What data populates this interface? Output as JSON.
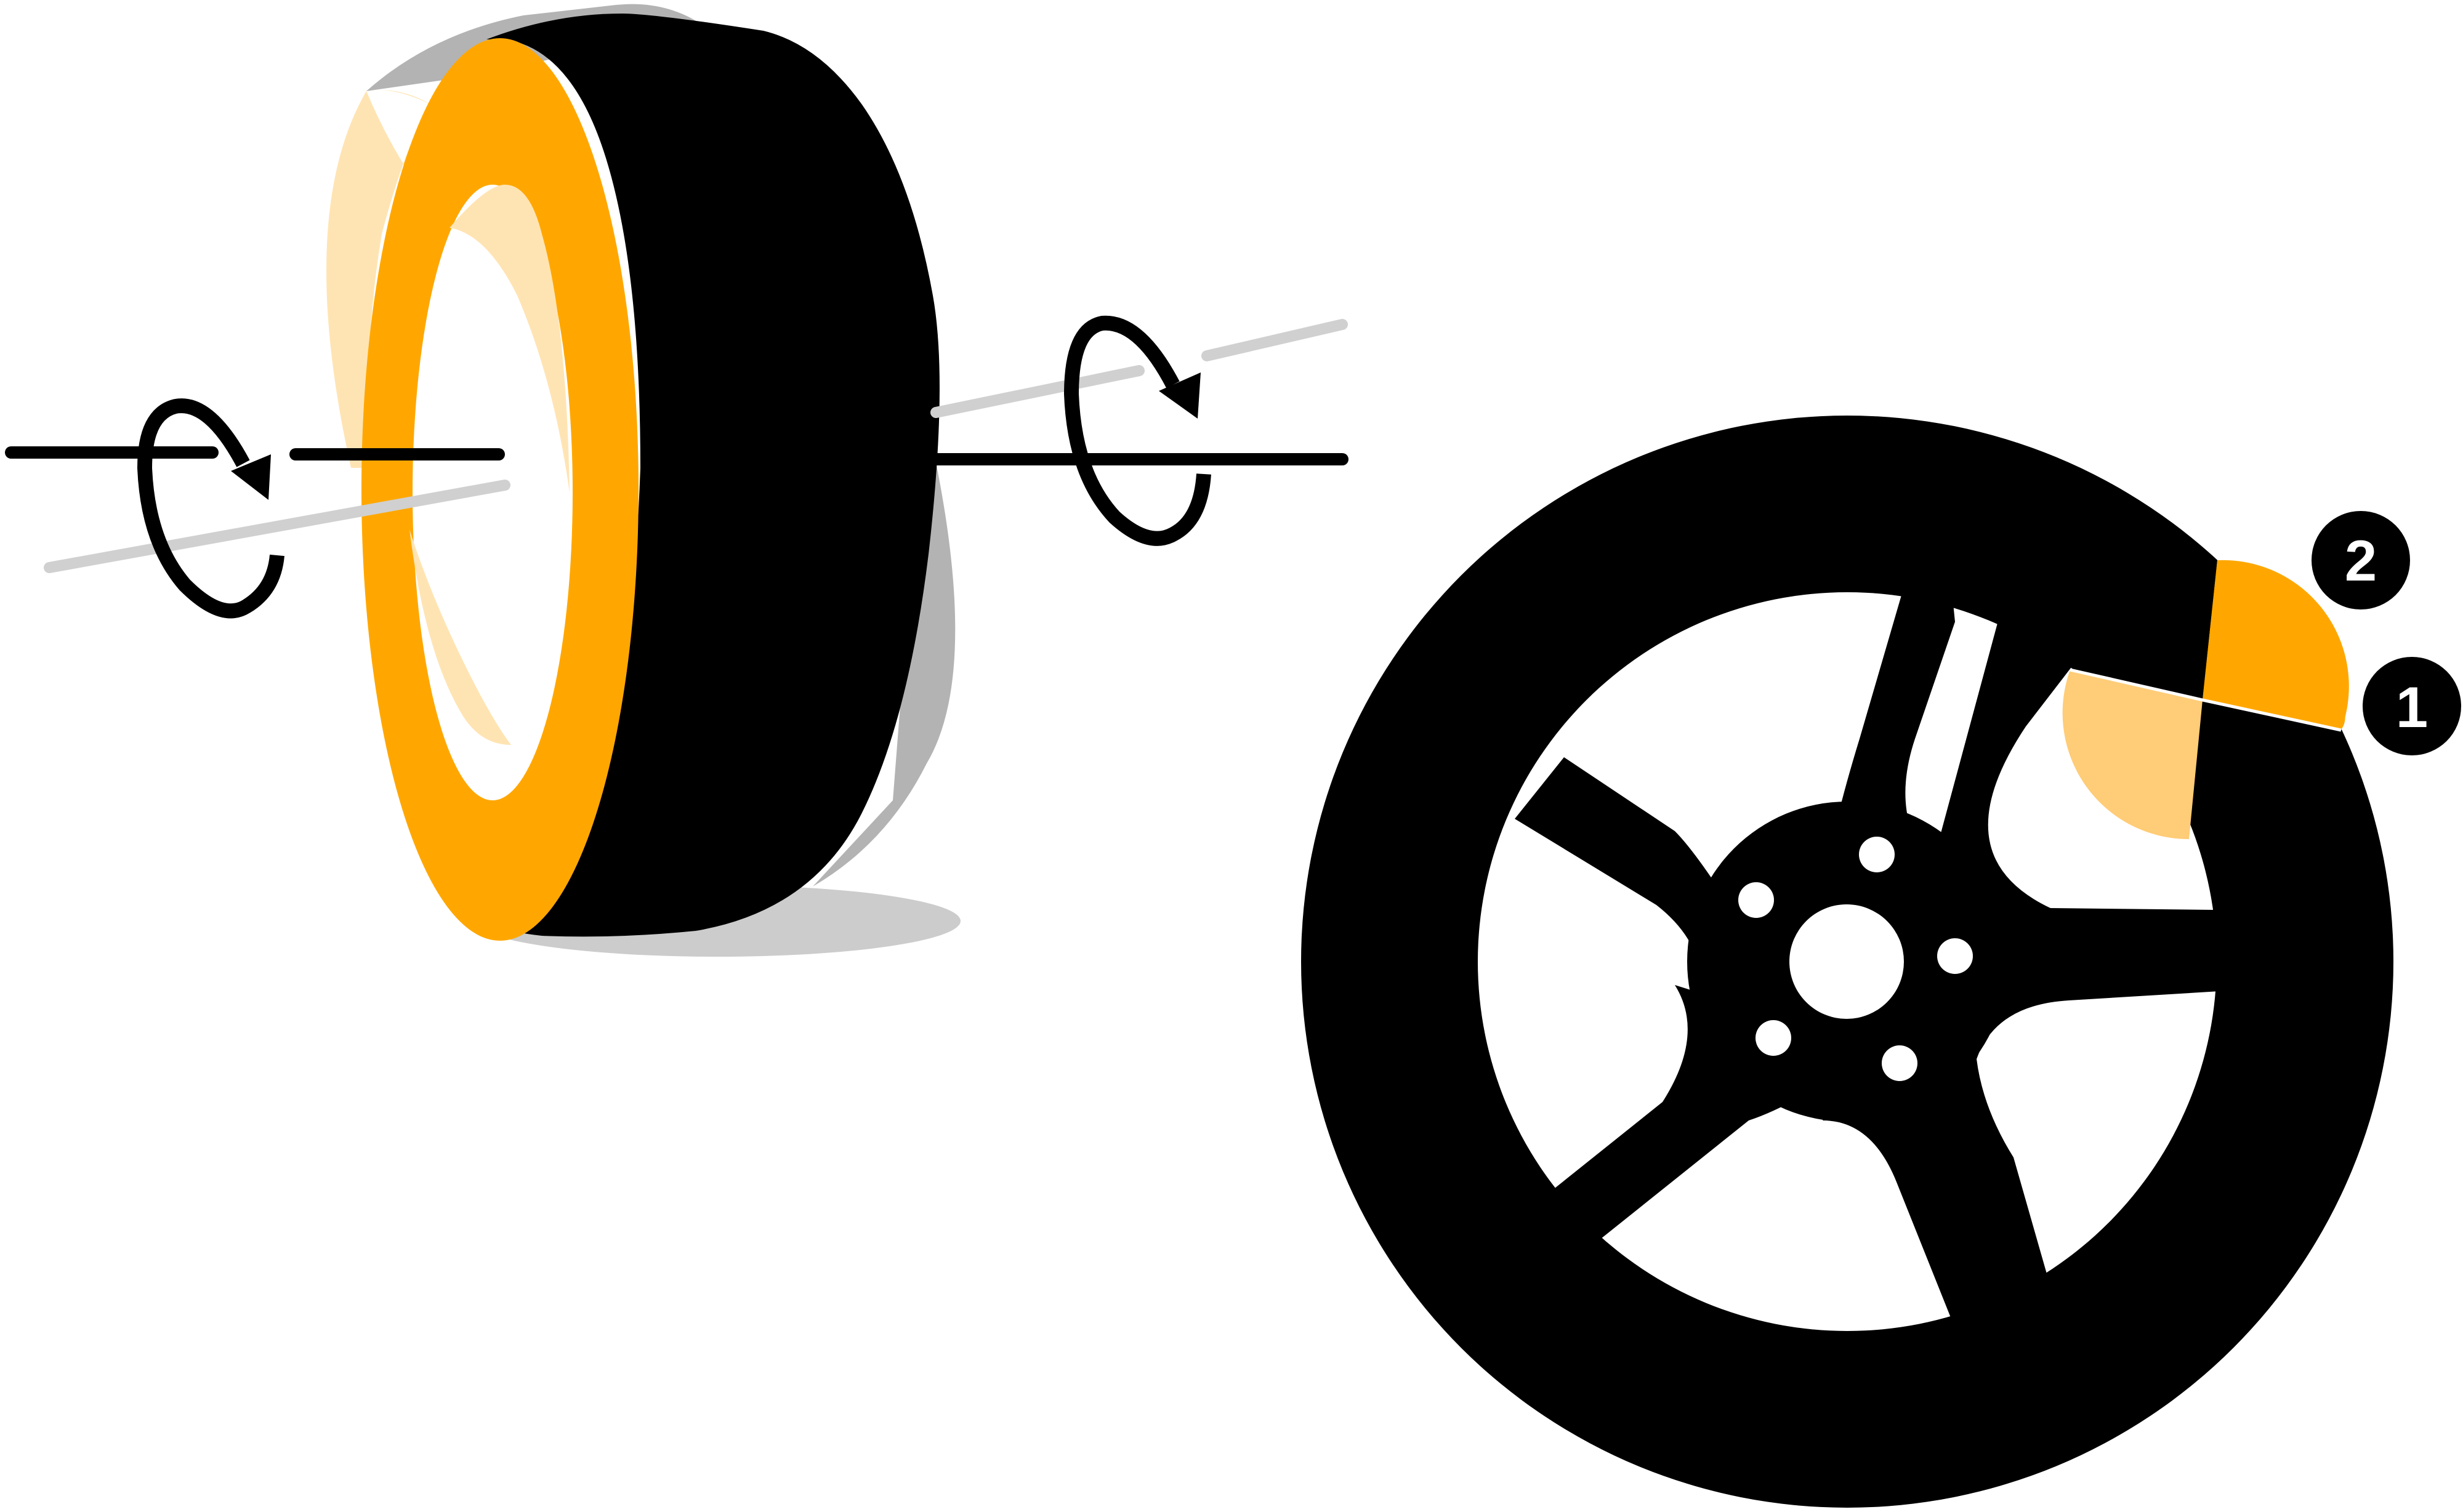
{
  "colors": {
    "background": "#ffffff",
    "tire": "#000000",
    "tire_shadow": "#b3b3b3",
    "ground_shadow": "#cccccc",
    "wheel_accent": "#ffa700",
    "wheel_accent_light": "#ffe4b3",
    "segment_light": "#ffcc77",
    "axis_line": "#000000",
    "axis_line_tilted": "#d0d0d0",
    "badge_fill": "#000000",
    "badge_text": "#ffffff"
  },
  "icons": {
    "tire_side": "tire-3d-icon",
    "rotation_left": "rotation-arrow-icon",
    "rotation_right": "rotation-arrow-icon",
    "wheel_front": "wheel-rim-icon"
  },
  "markers": [
    {
      "id": "marker-2",
      "label": "2"
    },
    {
      "id": "marker-1",
      "label": "1"
    }
  ]
}
